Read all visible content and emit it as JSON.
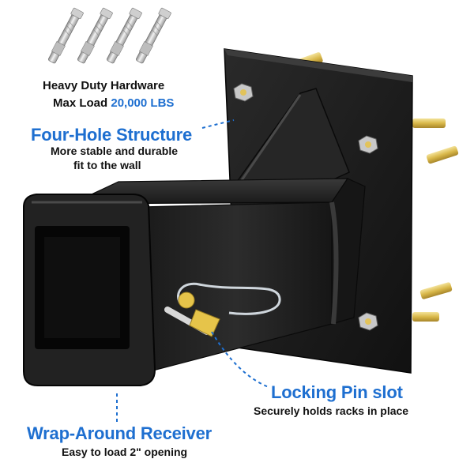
{
  "hardware": {
    "line1": "Heavy Duty Hardware",
    "line2_prefix": "Max Load ",
    "line2_value": "20,000 LBS"
  },
  "features": {
    "four_hole": {
      "title": "Four-Hole Structure",
      "line1": "More stable and durable",
      "line2": "fit to the wall"
    },
    "locking_pin": {
      "title": "Locking Pin slot",
      "subtitle": "Securely holds racks in place"
    },
    "wrap_around": {
      "title": "Wrap-Around Receiver",
      "subtitle": "Easy to load 2\" opening"
    }
  },
  "colors": {
    "accent_blue": "#1e6fd0",
    "steel_black": "#1c1c1c",
    "brass": "#d9b84a"
  },
  "icons": [
    "anchor-bolt-icon",
    "hitch-receiver-mount"
  ]
}
